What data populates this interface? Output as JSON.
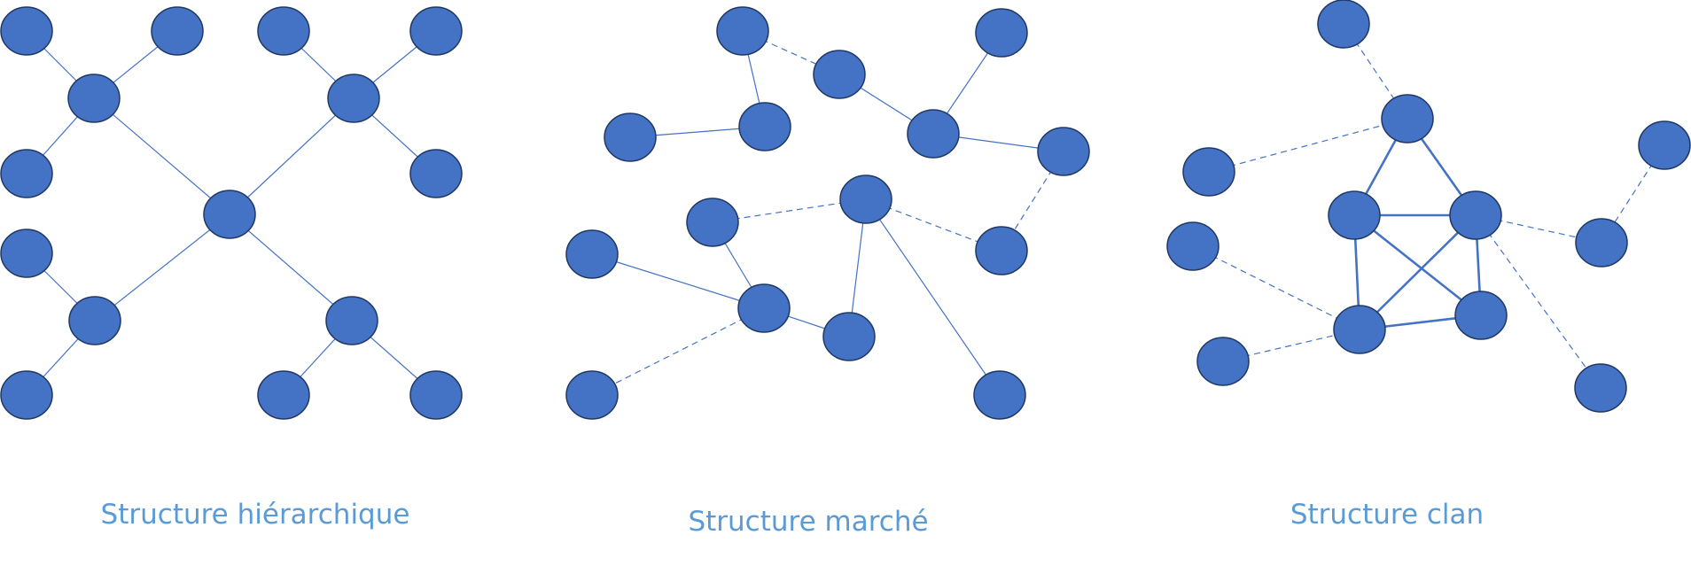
{
  "colors": {
    "node_fill": "#4472c4",
    "node_stroke": "#1f3864",
    "edge": "#4472c4",
    "label": "#5b9bd5"
  },
  "diagrams": [
    {
      "id": "hierarchique",
      "label": "Structure hiérarchique",
      "nodes": [
        "n0",
        "n1",
        "n2",
        "n3",
        "n4",
        "n5",
        "n6",
        "n7",
        "n8",
        "n9",
        "n10",
        "n11",
        "n12",
        "n13",
        "n14"
      ],
      "edges": [
        {
          "from": "n0",
          "to": "n1",
          "style": "solid"
        },
        {
          "from": "n0",
          "to": "n2",
          "style": "solid"
        },
        {
          "from": "n0",
          "to": "n3",
          "style": "solid"
        },
        {
          "from": "n0",
          "to": "n4",
          "style": "solid"
        },
        {
          "from": "n1",
          "to": "n5",
          "style": "solid"
        },
        {
          "from": "n1",
          "to": "n6",
          "style": "solid"
        },
        {
          "from": "n1",
          "to": "n7",
          "style": "solid"
        },
        {
          "from": "n2",
          "to": "n8",
          "style": "solid"
        },
        {
          "from": "n2",
          "to": "n9",
          "style": "solid"
        },
        {
          "from": "n2",
          "to": "n10",
          "style": "solid"
        },
        {
          "from": "n3",
          "to": "n11",
          "style": "solid"
        },
        {
          "from": "n3",
          "to": "n12",
          "style": "solid"
        },
        {
          "from": "n4",
          "to": "n13",
          "style": "solid"
        },
        {
          "from": "n4",
          "to": "n14",
          "style": "solid"
        }
      ]
    },
    {
      "id": "marche",
      "label": "Structure marché",
      "nodes": [
        "m0",
        "m1",
        "m2",
        "m3",
        "m4",
        "m5",
        "m6",
        "m7",
        "m8",
        "m9",
        "m10",
        "m11",
        "m12",
        "m13",
        "m14"
      ],
      "edges": [
        {
          "from": "m0",
          "to": "m1",
          "style": "dashed"
        },
        {
          "from": "m0",
          "to": "m2",
          "style": "solid"
        },
        {
          "from": "m3",
          "to": "m2",
          "style": "solid"
        },
        {
          "from": "m1",
          "to": "m5",
          "style": "solid"
        },
        {
          "from": "m4",
          "to": "m5",
          "style": "solid"
        },
        {
          "from": "m5",
          "to": "m6",
          "style": "solid"
        },
        {
          "from": "m6",
          "to": "m11",
          "style": "dashed"
        },
        {
          "from": "m7",
          "to": "m8",
          "style": "dashed"
        },
        {
          "from": "m8",
          "to": "m11",
          "style": "dashed"
        },
        {
          "from": "m8",
          "to": "m13",
          "style": "solid"
        },
        {
          "from": "m8",
          "to": "m14",
          "style": "solid"
        },
        {
          "from": "m7",
          "to": "m10",
          "style": "solid"
        },
        {
          "from": "m9",
          "to": "m10",
          "style": "solid"
        },
        {
          "from": "m10",
          "to": "m13",
          "style": "solid"
        },
        {
          "from": "m10",
          "to": "m12",
          "style": "dashed"
        }
      ]
    },
    {
      "id": "clan",
      "label": "Structure clan",
      "nodes": [
        "c0",
        "c1",
        "c2",
        "c3",
        "c4",
        "c5",
        "c6",
        "c7",
        "c8",
        "c9",
        "c10",
        "c11",
        "c12"
      ],
      "edges": [
        {
          "from": "c0",
          "to": "c1",
          "style": "dashed"
        },
        {
          "from": "c2",
          "to": "c1",
          "style": "dashed"
        },
        {
          "from": "c1",
          "to": "c3",
          "style": "solid-thick"
        },
        {
          "from": "c1",
          "to": "c4",
          "style": "solid-thick"
        },
        {
          "from": "c3",
          "to": "c4",
          "style": "solid-thick"
        },
        {
          "from": "c3",
          "to": "c6",
          "style": "solid-thick"
        },
        {
          "from": "c3",
          "to": "c7",
          "style": "solid-thick"
        },
        {
          "from": "c4",
          "to": "c6",
          "style": "solid-thick"
        },
        {
          "from": "c4",
          "to": "c7",
          "style": "solid-thick"
        },
        {
          "from": "c6",
          "to": "c7",
          "style": "solid-thick"
        },
        {
          "from": "c5",
          "to": "c6",
          "style": "dashed"
        },
        {
          "from": "c8",
          "to": "c6",
          "style": "dashed"
        },
        {
          "from": "c4",
          "to": "c10",
          "style": "dashed"
        },
        {
          "from": "c4",
          "to": "c11",
          "style": "dashed"
        },
        {
          "from": "c9",
          "to": "c10",
          "style": "dashed"
        }
      ]
    }
  ]
}
